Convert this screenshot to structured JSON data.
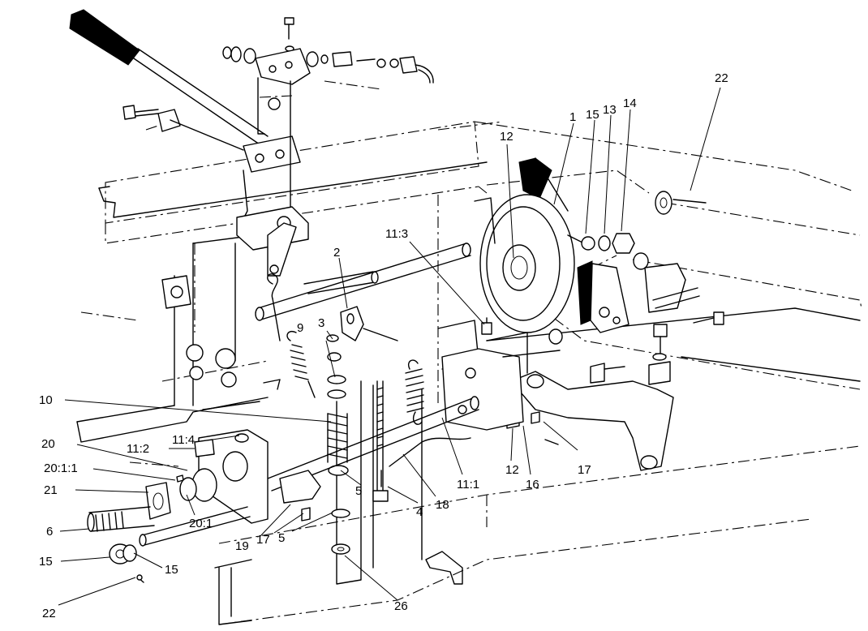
{
  "diagram": {
    "labels": {
      "l1": "1",
      "l2": "2",
      "l3": "3",
      "l4": "4",
      "l5a": "5",
      "l5b": "5",
      "l6": "6",
      "l9": "9",
      "l10": "10",
      "l11_1": "11:1",
      "l11_2": "11:2",
      "l11_3": "11:3",
      "l11_4": "11:4",
      "l12a": "12",
      "l12b": "12",
      "l13": "13",
      "l14": "14",
      "l15a": "15",
      "l15b": "15",
      "l15c": "15",
      "l16": "16",
      "l17a": "17",
      "l17b": "17",
      "l18": "18",
      "l19": "19",
      "l20": "20",
      "l20_1": "20:1",
      "l20_1_1": "20:1:1",
      "l21": "21",
      "l22a": "22",
      "l22b": "22",
      "l26": "26"
    }
  }
}
